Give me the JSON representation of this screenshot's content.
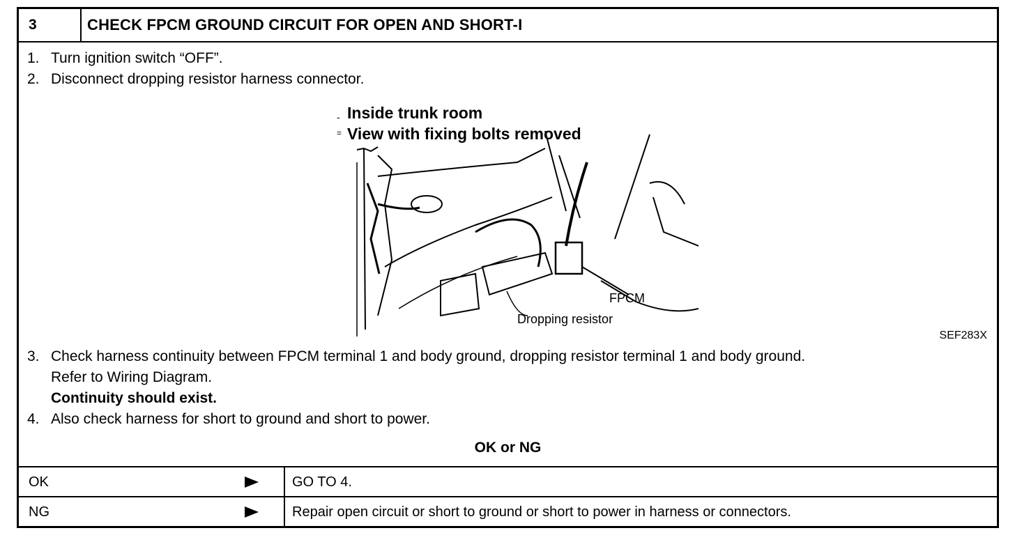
{
  "header": {
    "number": "3",
    "title": "CHECK FPCM GROUND CIRCUIT FOR OPEN AND SHORT-I"
  },
  "steps": [
    {
      "n": "1.",
      "text": "Turn ignition switch “OFF”."
    },
    {
      "n": "2.",
      "text": "Disconnect dropping resistor harness connector."
    },
    {
      "n": "3.",
      "text": "Check harness continuity between FPCM terminal 1 and body ground, dropping resistor terminal 1 and body ground.",
      "line2": "Refer to Wiring Diagram.",
      "bold": "Continuity should exist."
    },
    {
      "n": "4.",
      "text": "Also check harness for short to ground and short to power."
    }
  ],
  "figure": {
    "caption_1": "Inside trunk room",
    "caption_2": "View with fixing bolts removed",
    "label_fpcm": "FPCM",
    "label_resistor": "Dropping resistor",
    "code": "SEF283X"
  },
  "result_heading": "OK or NG",
  "results": [
    {
      "key": "OK",
      "value": "GO TO 4."
    },
    {
      "key": "NG",
      "value": "Repair open circuit or short to ground or short to power in harness or connectors."
    }
  ]
}
